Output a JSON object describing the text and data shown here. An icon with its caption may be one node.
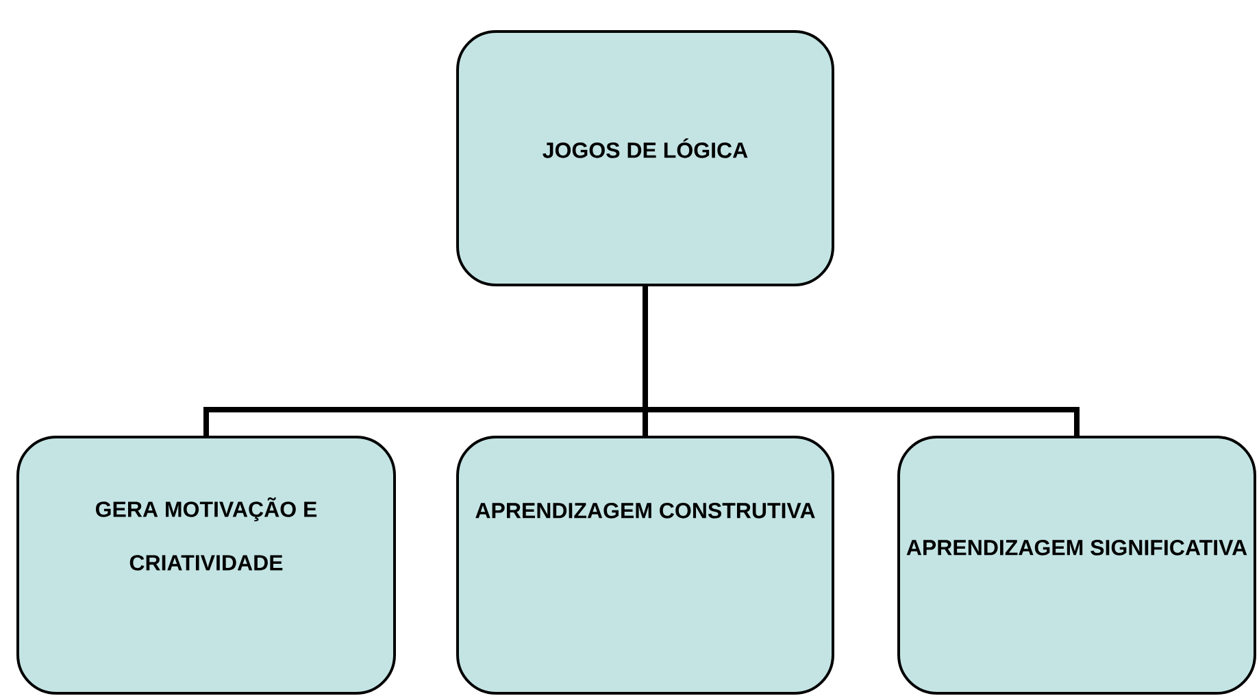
{
  "diagram": {
    "nodes": [
      {
        "text": [
          "JOGOS DE LÓGICA"
        ]
      },
      {
        "text": [
          "GERA MOTIVAÇÃO E CRIATIVIDADE"
        ]
      },
      {
        "text": [
          "APRENDIZAGEM CONSTRUTIVA"
        ]
      },
      {
        "text": [
          "APRENDIZAGEM SIGNIFICATIVA"
        ]
      }
    ],
    "edges": [
      {
        "from": 0,
        "to": 1,
        "arrow": "none"
      },
      {
        "from": 0,
        "to": 2,
        "arrow": "none"
      },
      {
        "from": 0,
        "to": 3,
        "arrow": "none"
      }
    ]
  }
}
